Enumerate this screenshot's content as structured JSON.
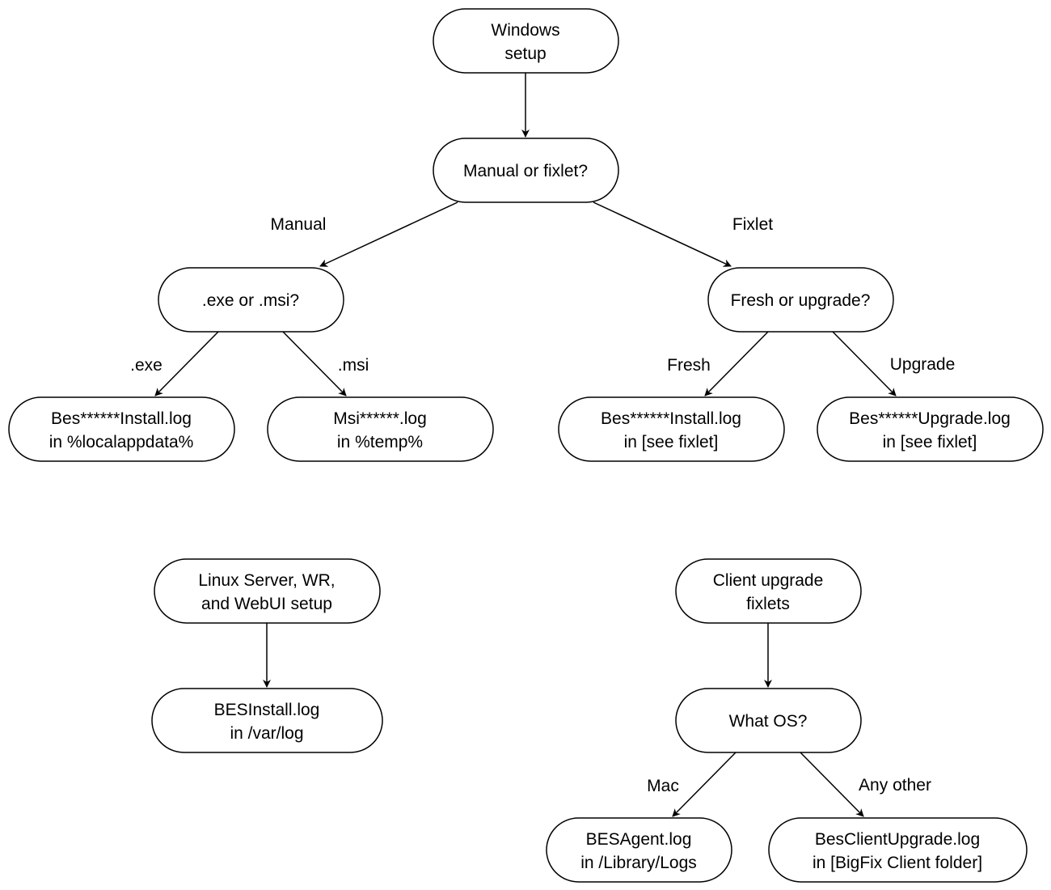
{
  "colors": {
    "stroke": "#000000",
    "fill": "#ffffff",
    "text": "#000000"
  },
  "nodes": {
    "windows_setup": {
      "line1": "Windows",
      "line2": "setup"
    },
    "manual_or_fixlet": {
      "line1": "Manual or fixlet?"
    },
    "exe_or_msi": {
      "line1": ".exe or .msi?"
    },
    "fresh_or_upgrade": {
      "line1": "Fresh or upgrade?"
    },
    "bes_install_localappdata": {
      "line1": "Bes******Install.log",
      "line2": "in %localappdata%"
    },
    "msi_temp": {
      "line1": "Msi******.log",
      "line2": "in %temp%"
    },
    "bes_install_fixlet": {
      "line1": "Bes******Install.log",
      "line2": "in [see fixlet]"
    },
    "bes_upgrade_fixlet": {
      "line1": "Bes******Upgrade.log",
      "line2": "in [see fixlet]"
    },
    "linux_setup": {
      "line1": "Linux Server, WR,",
      "line2": "and WebUI setup"
    },
    "besinstall_varlog": {
      "line1": "BESInstall.log",
      "line2": "in /var/log"
    },
    "client_upgrade_fixlets": {
      "line1": "Client upgrade",
      "line2": "fixlets"
    },
    "what_os": {
      "line1": "What OS?"
    },
    "besagent_log": {
      "line1": "BESAgent.log",
      "line2": "in /Library/Logs"
    },
    "besclientupgrade_log": {
      "line1": "BesClientUpgrade.log",
      "line2": "in [BigFix Client folder]"
    }
  },
  "edge_labels": {
    "manual": "Manual",
    "fixlet": "Fixlet",
    "exe": ".exe",
    "msi": ".msi",
    "fresh": "Fresh",
    "upgrade": "Upgrade",
    "mac": "Mac",
    "any_other": "Any other"
  }
}
